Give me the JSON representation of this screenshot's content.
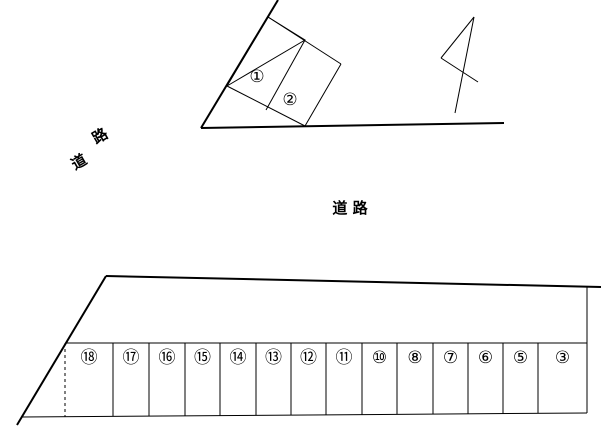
{
  "road_labels": {
    "main": "道 路",
    "diagonal_char1": "道",
    "diagonal_char2": "路"
  },
  "top_lot": {
    "spaces": [
      "①",
      "②"
    ]
  },
  "bottom_lot": {
    "spaces": [
      "⑱",
      "⑰",
      "⑯",
      "⑮",
      "⑭",
      "⑬",
      "⑫",
      "⑪",
      "⑩",
      "⑧",
      "⑦",
      "⑥",
      "⑤",
      "③"
    ]
  }
}
